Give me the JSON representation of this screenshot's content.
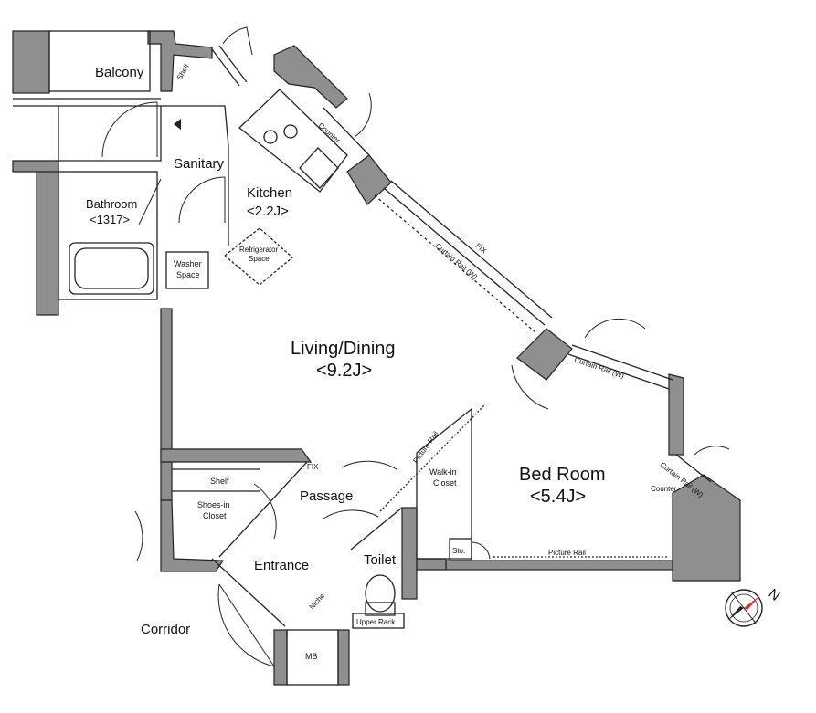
{
  "rooms": {
    "balcony": "Balcony",
    "sanitary": "Sanitary",
    "bathroom": "Bathroom",
    "bathroom_size": "<1317>",
    "kitchen": "Kitchen",
    "kitchen_size": "<2.2J>",
    "washer_space_1": "Washer",
    "washer_space_2": "Space",
    "refrigerator_1": "Refrigerator",
    "refrigerator_2": "Space",
    "living_dining": "Living/Dining",
    "living_dining_size": "<9.2J>",
    "bed_room": "Bed Room",
    "bed_room_size": "<5.4J>",
    "passage": "Passage",
    "entrance": "Entrance",
    "toilet": "Toilet",
    "corridor": "Corridor",
    "mb": "MB"
  },
  "fixtures": {
    "shelf": "Shelf",
    "shoes_in_closet_1": "Shoes-in",
    "shoes_in_closet_2": "Closet",
    "walk_in_closet_1": "Walk-in",
    "walk_in_closet_2": "Closet",
    "sto": "Sto.",
    "picture_rail_bedroom": "Picture Rail",
    "picture_rail_diag": "Picture Rail",
    "upper_rack": "Upper Rack",
    "niche": "Niche",
    "counter_kitchen": "Counter",
    "counter_bedroom": "Counter",
    "fix_window": "FIX",
    "fix_passage": "FIX",
    "curtain_rail_main": "Curtain Rail (W)",
    "curtain_rail_bed": "Curtain Rail (W)",
    "curtain_rail_small": "Curtain Rail (W)",
    "shelf_top": "Shelf"
  },
  "compass": {
    "north_label": "N",
    "north_color": "#d9342b"
  },
  "colors": {
    "wall": "#8a8a8a",
    "wall_dark": "#6f6f6f",
    "line": "#222222"
  }
}
